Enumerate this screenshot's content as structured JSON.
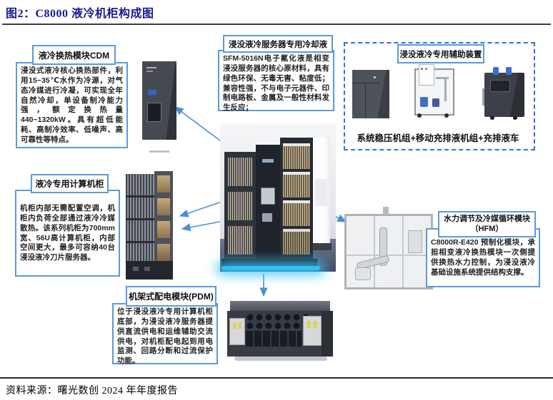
{
  "header": {
    "figure_label": "图2：C8000 液冷机柜构成图"
  },
  "footer": {
    "source": "资料来源：曙光数创 2024 年年度报告"
  },
  "colors": {
    "box_border": "#5b9bd5",
    "dashed_border": "#2e75d4",
    "arrow": "#4a90d9",
    "title_text": "#1a1a8f",
    "cabinet_glow": "#35c4f0"
  },
  "boxes": {
    "cdm": {
      "title": "液冷换热模块CDM",
      "body": "浸没式液冷核心换热部件，利用15~35℃水作为冷源，对气态冷媒进行冷凝，可实现全年 自然冷却，单设备制冷能力强，额定换热量440~1320kW。具有超低能耗、高制冷效率、低噪声、高可靠性等特点。"
    },
    "coolant": {
      "title": "浸没液冷服务器专用冷却液",
      "body": "SFM-5016N电子氟化液是相变浸没服务器的核心原材料，具有绿色环保、无毒无害、粘度低；兼容性强，不与电子元器件、印制电路板、金属及一般性材料发生反应；"
    },
    "auxiliary": {
      "title": "浸没液冷专用辅助装置",
      "caption": "系统稳压机组+移动充排液机组+充排液车"
    },
    "compute": {
      "title": "液冷专用计算机柜",
      "body": "机柜内部无需配置空调，机柜内负荷全部通过液冷冷媒散热。该系列机柜为700mm宽、56U高计算机柜，内部空间更大，最多可容纳40台浸没液冷刀片服务器。"
    },
    "pdm": {
      "title": "机架式配电模块(PDM)",
      "body": "位于浸没液冷专用计算机柜底部，为浸没液冷服务器提供直流供电和运维辅助交流供电，对机柜配电起到用电监测、回路分断和过流保护功能。"
    },
    "hfm": {
      "title_line1": "水力调节及冷媒循环模块",
      "title_line2": "（HFM）",
      "body": "C8000R-E420 预制化模块，承担相变液冷换热模块一次侧提供换热水力控制，为浸没液冷基础设施系统提供结构支撑。"
    }
  }
}
